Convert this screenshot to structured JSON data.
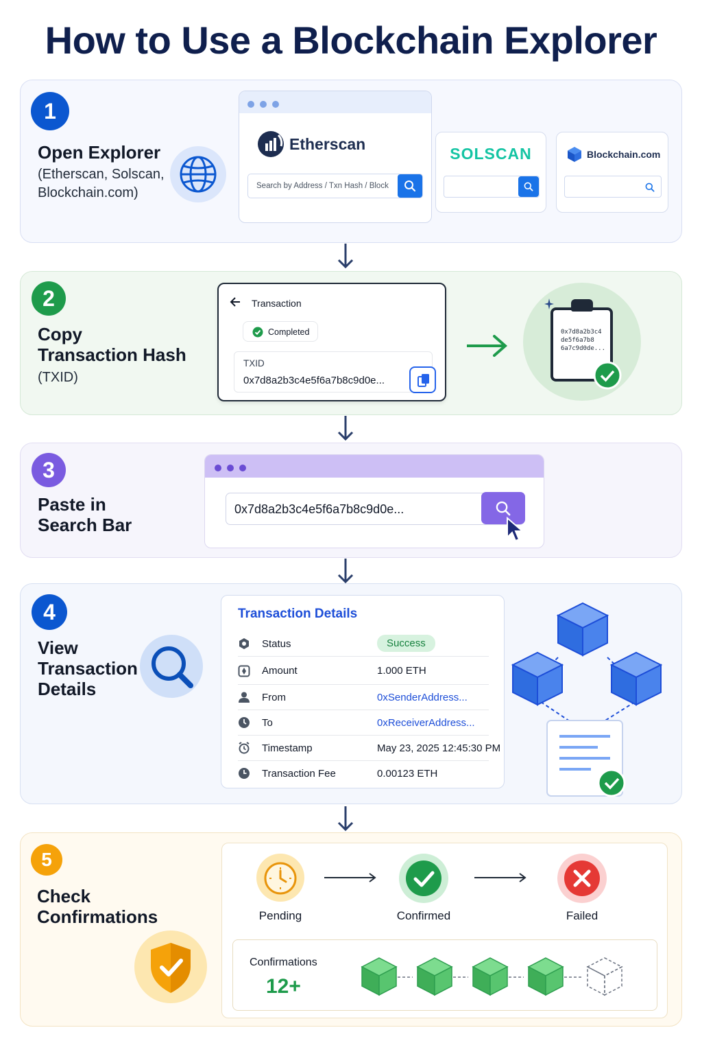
{
  "title": "How to Use a Blockchain Explorer",
  "colors": {
    "step1": "#0b57d0",
    "step2": "#1e9b4b",
    "step3": "#7a5be0",
    "step4": "#0b57d0",
    "step5": "#f5a20a",
    "success": "#1e9b4b",
    "failed": "#e53935",
    "navy": "#0f1f4d"
  },
  "steps": {
    "s1": {
      "number": "1",
      "title": "Open Explorer",
      "subtitle_line1": "(Etherscan, Solscan,",
      "subtitle_line2": "Blockchain.com)",
      "icon": "globe-icon",
      "etherscan": {
        "name": "Etherscan",
        "search_placeholder": "Search by Address / Txn Hash / Block"
      },
      "solscan": {
        "name": "SOLSCAN"
      },
      "blockchain_com": {
        "name": "Blockchain.com"
      }
    },
    "s2": {
      "number": "2",
      "title_line1": "Copy",
      "title_line2": "Transaction Hash",
      "subtitle": "(TXID)",
      "card_header": "Transaction",
      "status": "Completed",
      "txid_label": "TXID",
      "txid_value": "0x7d8a2b3c4e5f6a7b8c9d0e...",
      "clipboard_line1": "0x7d8a2b3c4",
      "clipboard_line2": "de5f6a7b8",
      "clipboard_line3": "6a7c9d0de..."
    },
    "s3": {
      "number": "3",
      "title_line1": "Paste in",
      "title_line2": "Search Bar",
      "search_value": "0x7d8a2b3c4e5f6a7b8c9d0e..."
    },
    "s4": {
      "number": "4",
      "title_line1": "View",
      "title_line2": "Transaction",
      "title_line3": "Details",
      "card_title": "Transaction Details",
      "rows": [
        {
          "label": "Status",
          "value": "Success",
          "icon": "status-icon"
        },
        {
          "label": "Amount",
          "value": "1.000 ETH",
          "icon": "amount-icon"
        },
        {
          "label": "From",
          "value": "0xSenderAddress...",
          "icon": "user-icon"
        },
        {
          "label": "To",
          "value": "0xReceiverAddress...",
          "icon": "clock-icon"
        },
        {
          "label": "Timestamp",
          "value": "May 23, 2025 12:45:30 PM",
          "icon": "alarm-icon"
        },
        {
          "label": "Transaction Fee",
          "value": "0.00123 ETH",
          "icon": "fee-icon"
        }
      ]
    },
    "s5": {
      "number": "5",
      "title_line1": "Check",
      "title_line2": "Confirmations",
      "states": {
        "pending": "Pending",
        "confirmed": "Confirmed",
        "failed": "Failed"
      },
      "confirmations_label": "Confirmations",
      "confirmations_value": "12+"
    }
  }
}
